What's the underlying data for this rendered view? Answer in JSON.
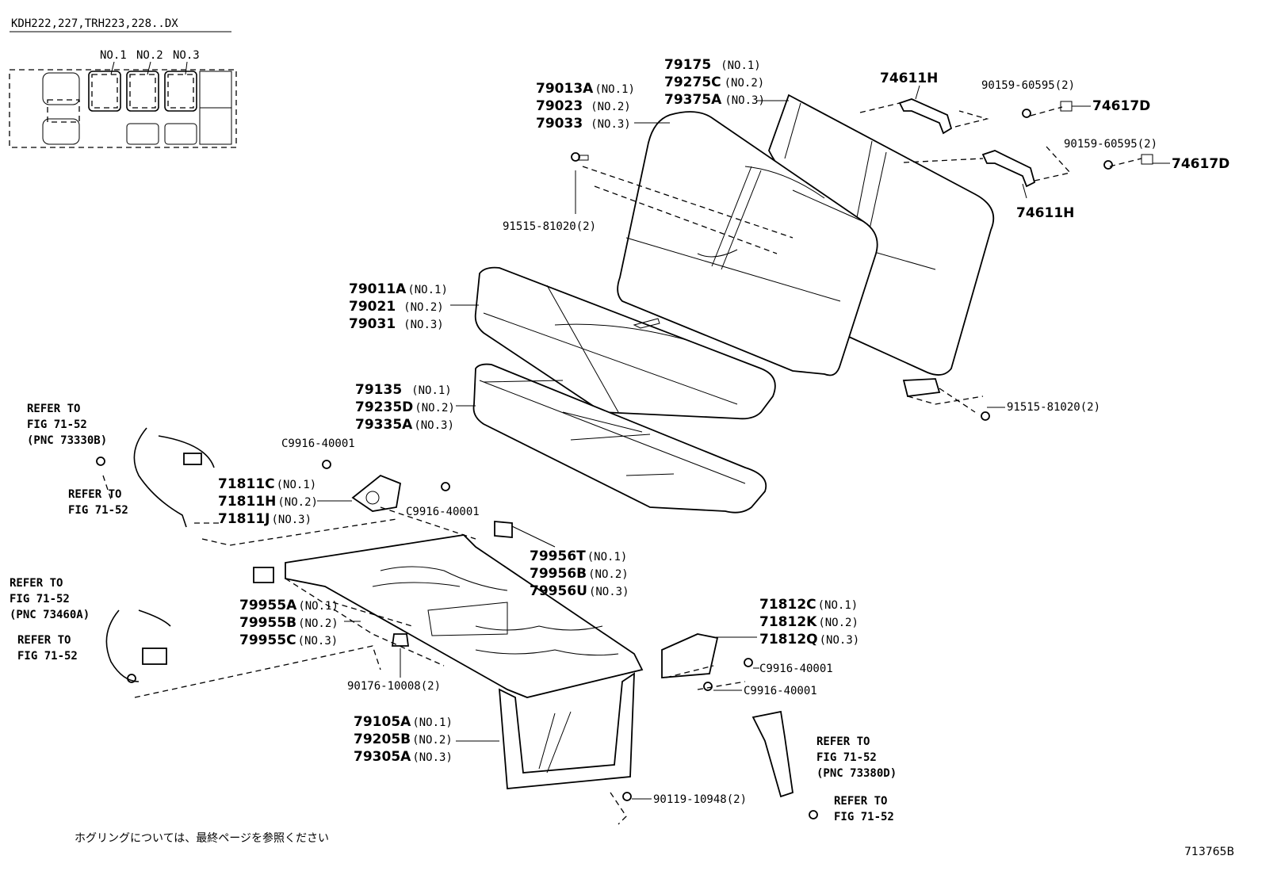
{
  "header": {
    "model": "KDH222,227,TRH223,228..DX"
  },
  "inset": {
    "no1": "NO.1",
    "no2": "NO.2",
    "no3": "NO.3"
  },
  "callouts": {
    "c79175": {
      "p1": "79175",
      "s1": "(NO.1)",
      "p2": "79275C",
      "s2": "(NO.2)",
      "p3": "79375A",
      "s3": "(NO.3)"
    },
    "c79013": {
      "p1": "79013A",
      "s1": "(NO.1)",
      "p2": "79023",
      "s2": "(NO.2)",
      "p3": "79033",
      "s3": "(NO.3)"
    },
    "c79011": {
      "p1": "79011A",
      "s1": "(NO.1)",
      "p2": "79021",
      "s2": "(NO.2)",
      "p3": "79031",
      "s3": "(NO.3)"
    },
    "c79135": {
      "p1": "79135",
      "s1": "(NO.1)",
      "p2": "79235D",
      "s2": "(NO.2)",
      "p3": "79335A",
      "s3": "(NO.3)"
    },
    "c71811": {
      "p1": "71811C",
      "s1": "(NO.1)",
      "p2": "71811H",
      "s2": "(NO.2)",
      "p3": "71811J",
      "s3": "(NO.3)"
    },
    "c79956": {
      "p1": "79956T",
      "s1": "(NO.1)",
      "p2": "79956B",
      "s2": "(NO.2)",
      "p3": "79956U",
      "s3": "(NO.3)"
    },
    "c79955": {
      "p1": "79955A",
      "s1": "(NO.1)",
      "p2": "79955B",
      "s2": "(NO.2)",
      "p3": "79955C",
      "s3": "(NO.3)"
    },
    "c71812": {
      "p1": "71812C",
      "s1": "(NO.1)",
      "p2": "71812K",
      "s2": "(NO.2)",
      "p3": "71812Q",
      "s3": "(NO.3)"
    },
    "c79105": {
      "p1": "79105A",
      "s1": "(NO.1)",
      "p2": "79205B",
      "s2": "(NO.2)",
      "p3": "79305A",
      "s3": "(NO.3)"
    }
  },
  "parts": {
    "p74611h_top": "74611H",
    "p74611h_bottom": "74611H",
    "p74617d_top": "74617D",
    "p74617d_bottom": "74617D",
    "bolt_90159_top": "90159-60595(2)",
    "bolt_90159_bottom": "90159-60595(2)",
    "bolt_91515_left": "91515-81020(2)",
    "bolt_91515_right": "91515-81020(2)",
    "clip_c9916_a": "C9916-40001",
    "clip_c9916_b": "C9916-40001",
    "clip_c9916_c": "C9916-40001",
    "clip_c9916_d": "C9916-40001",
    "nut_90176": "90176-10008(2)",
    "bolt_90119": "90119-10948(2)"
  },
  "refs": {
    "r1": {
      "l1": "REFER TO",
      "l2": "FIG 71-52",
      "l3": "(PNC 73330B)"
    },
    "r2": {
      "l1": "REFER TO",
      "l2": "FIG 71-52"
    },
    "r3": {
      "l1": "REFER TO",
      "l2": "FIG 71-52",
      "l3": "(PNC 73460A)"
    },
    "r4": {
      "l1": "REFER TO",
      "l2": "FIG 71-52"
    },
    "r5": {
      "l1": "REFER TO",
      "l2": "FIG 71-52",
      "l3": "(PNC 73380D)"
    },
    "r6": {
      "l1": "REFER TO",
      "l2": "FIG 71-52"
    }
  },
  "footer": {
    "note": "ホグリングについては、最終ページを参照ください",
    "id": "713765B"
  }
}
